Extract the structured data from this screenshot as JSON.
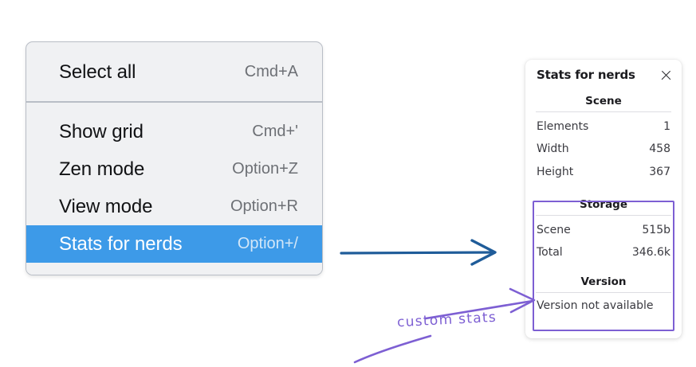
{
  "background_color": "#ffffff",
  "context_menu": {
    "name": "canvas-context-menu",
    "background_color": "#f0f1f3",
    "border_color": "#b9bec6",
    "highlight_color": "#3d9ae8",
    "groups": [
      {
        "items": [
          {
            "label": "Select all",
            "shortcut": "Cmd+A",
            "selected": false
          }
        ]
      },
      {
        "items": [
          {
            "label": "Show grid",
            "shortcut": "Cmd+'",
            "selected": false
          },
          {
            "label": "Zen mode",
            "shortcut": "Option+Z",
            "selected": false
          },
          {
            "label": "View mode",
            "shortcut": "Option+R",
            "selected": false
          },
          {
            "label": "Stats for nerds",
            "shortcut": "Option+/",
            "selected": true
          }
        ]
      }
    ]
  },
  "stats_panel": {
    "title": "Stats for nerds",
    "close_icon": "close-icon",
    "sections": [
      {
        "heading": "Scene",
        "rows": [
          {
            "key": "Elements",
            "value": "1"
          },
          {
            "key": "Width",
            "value": "458"
          },
          {
            "key": "Height",
            "value": "367"
          }
        ]
      },
      {
        "heading": "Storage",
        "rows": [
          {
            "key": "Scene",
            "value": "515b"
          },
          {
            "key": "Total",
            "value": "346.6k"
          }
        ]
      },
      {
        "heading": "Version",
        "plain_rows": [
          "Version not available"
        ]
      }
    ]
  },
  "annotations": {
    "highlight_box_color": "#7d5fd3",
    "handwritten_label": "custom stats",
    "flow_arrow_color": "#1f5c99",
    "pointer_arrow_color": "#7d5fd3"
  }
}
